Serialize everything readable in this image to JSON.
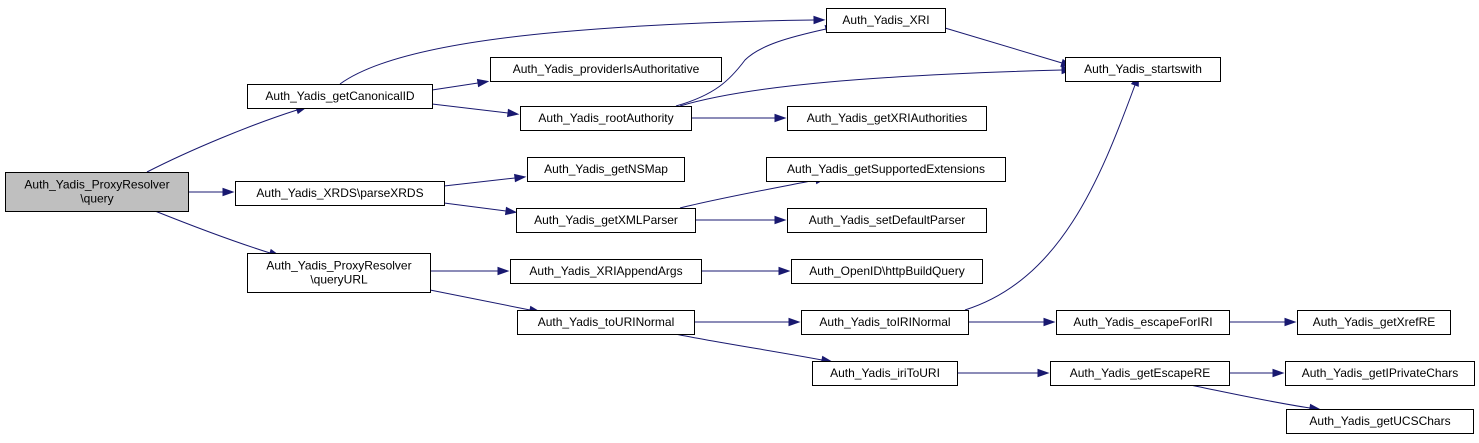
{
  "graph": {
    "edge_color": "#191970",
    "root_fill": "#bfbfbf",
    "nodes": {
      "proxyQuery": {
        "lines": [
          "Auth_Yadis_ProxyResolver",
          "\\query"
        ],
        "root": true
      },
      "getCanonicalID": {
        "lines": [
          "Auth_Yadis_getCanonicalID"
        ]
      },
      "parseXRDS": {
        "lines": [
          "Auth_Yadis_XRDS\\parseXRDS"
        ]
      },
      "queryURL": {
        "lines": [
          "Auth_Yadis_ProxyResolver",
          "\\queryURL"
        ]
      },
      "xri": {
        "lines": [
          "Auth_Yadis_XRI"
        ]
      },
      "providerIsAuthoritative": {
        "lines": [
          "Auth_Yadis_providerIsAuthoritative"
        ]
      },
      "rootAuthority": {
        "lines": [
          "Auth_Yadis_rootAuthority"
        ]
      },
      "startswith": {
        "lines": [
          "Auth_Yadis_startswith"
        ]
      },
      "getXRIAuthorities": {
        "lines": [
          "Auth_Yadis_getXRIAuthorities"
        ]
      },
      "getNSMap": {
        "lines": [
          "Auth_Yadis_getNSMap"
        ]
      },
      "getXMLParser": {
        "lines": [
          "Auth_Yadis_getXMLParser"
        ]
      },
      "getSupportedExtensions": {
        "lines": [
          "Auth_Yadis_getSupportedExtensions"
        ]
      },
      "setDefaultParser": {
        "lines": [
          "Auth_Yadis_setDefaultParser"
        ]
      },
      "xriAppendArgs": {
        "lines": [
          "Auth_Yadis_XRIAppendArgs"
        ]
      },
      "httpBuildQuery": {
        "lines": [
          "Auth_OpenID\\httpBuildQuery"
        ]
      },
      "toURINormal": {
        "lines": [
          "Auth_Yadis_toURINormal"
        ]
      },
      "toIRINormal": {
        "lines": [
          "Auth_Yadis_toIRINormal"
        ]
      },
      "escapeForIRI": {
        "lines": [
          "Auth_Yadis_escapeForIRI"
        ]
      },
      "getXrefRE": {
        "lines": [
          "Auth_Yadis_getXrefRE"
        ]
      },
      "iriToURI": {
        "lines": [
          "Auth_Yadis_iriToURI"
        ]
      },
      "getEscapeRE": {
        "lines": [
          "Auth_Yadis_getEscapeRE"
        ]
      },
      "getIPrivateChars": {
        "lines": [
          "Auth_Yadis_getIPrivateChars"
        ]
      },
      "getUCSChars": {
        "lines": [
          "Auth_Yadis_getUCSChars"
        ]
      }
    },
    "edges": [
      [
        "proxyQuery",
        "getCanonicalID"
      ],
      [
        "proxyQuery",
        "parseXRDS"
      ],
      [
        "proxyQuery",
        "queryURL"
      ],
      [
        "getCanonicalID",
        "xri"
      ],
      [
        "getCanonicalID",
        "providerIsAuthoritative"
      ],
      [
        "getCanonicalID",
        "rootAuthority"
      ],
      [
        "xri",
        "startswith"
      ],
      [
        "rootAuthority",
        "xri"
      ],
      [
        "rootAuthority",
        "startswith"
      ],
      [
        "rootAuthority",
        "getXRIAuthorities"
      ],
      [
        "parseXRDS",
        "getNSMap"
      ],
      [
        "parseXRDS",
        "getXMLParser"
      ],
      [
        "getXMLParser",
        "getSupportedExtensions"
      ],
      [
        "getXMLParser",
        "setDefaultParser"
      ],
      [
        "queryURL",
        "xriAppendArgs"
      ],
      [
        "queryURL",
        "toURINormal"
      ],
      [
        "xriAppendArgs",
        "httpBuildQuery"
      ],
      [
        "toURINormal",
        "toIRINormal"
      ],
      [
        "toURINormal",
        "iriToURI"
      ],
      [
        "toIRINormal",
        "startswith"
      ],
      [
        "toIRINormal",
        "escapeForIRI"
      ],
      [
        "escapeForIRI",
        "getXrefRE"
      ],
      [
        "iriToURI",
        "getEscapeRE"
      ],
      [
        "getEscapeRE",
        "getIPrivateChars"
      ],
      [
        "getEscapeRE",
        "getUCSChars"
      ]
    ]
  }
}
